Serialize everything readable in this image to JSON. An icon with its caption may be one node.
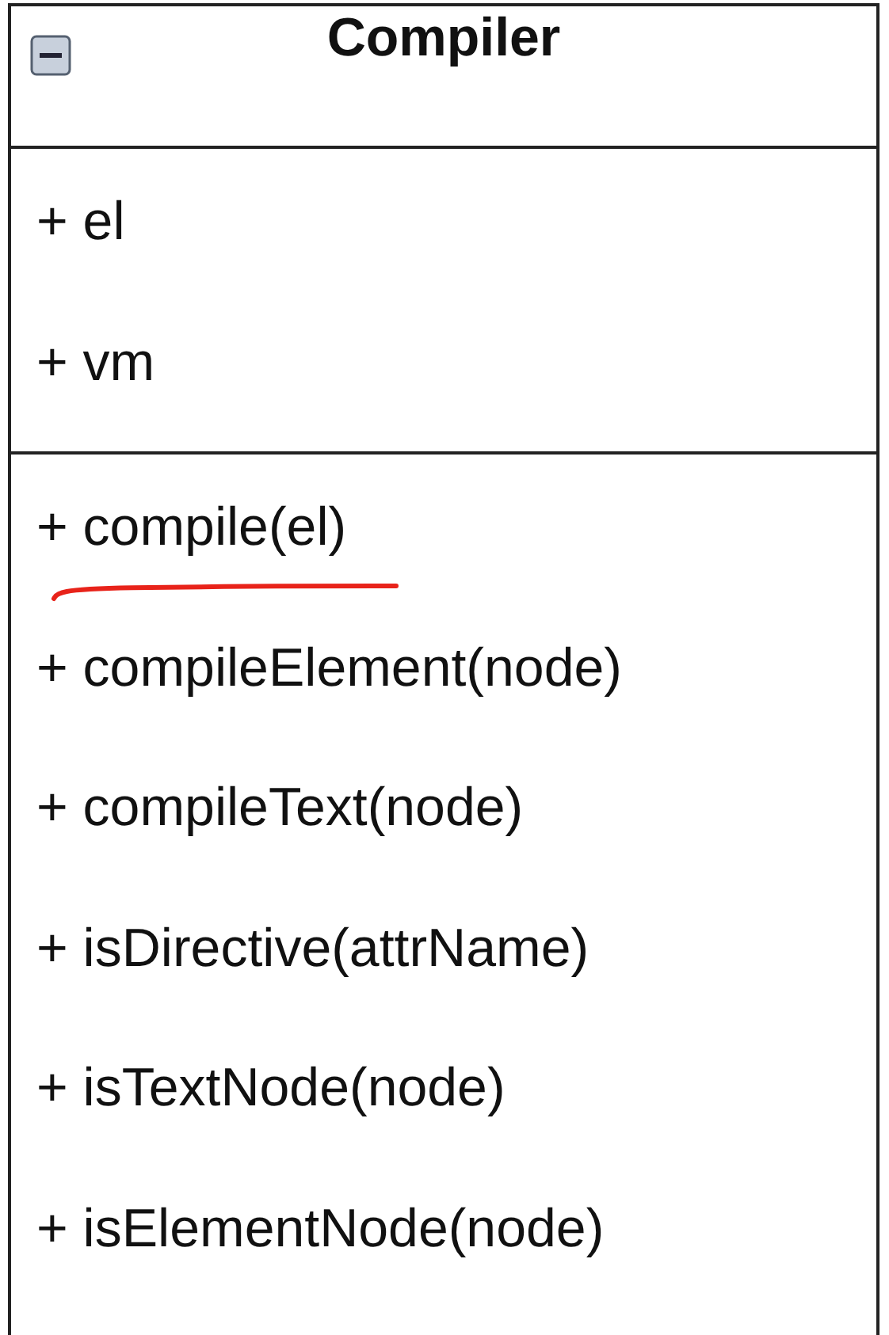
{
  "diagram": {
    "nodes": [
      {
        "text": [
          "Compiler"
        ]
      },
      {
        "text": [
          "+ el",
          "+ vm"
        ],
        "in": 0
      },
      {
        "text": [
          "+ compile(el)",
          "+ compileElement(node)",
          "+ compileText(node)",
          "+ isDirective(attrName)",
          "+ isTextNode(node)",
          "+ isElementNode(node)"
        ],
        "in": 0
      }
    ]
  }
}
